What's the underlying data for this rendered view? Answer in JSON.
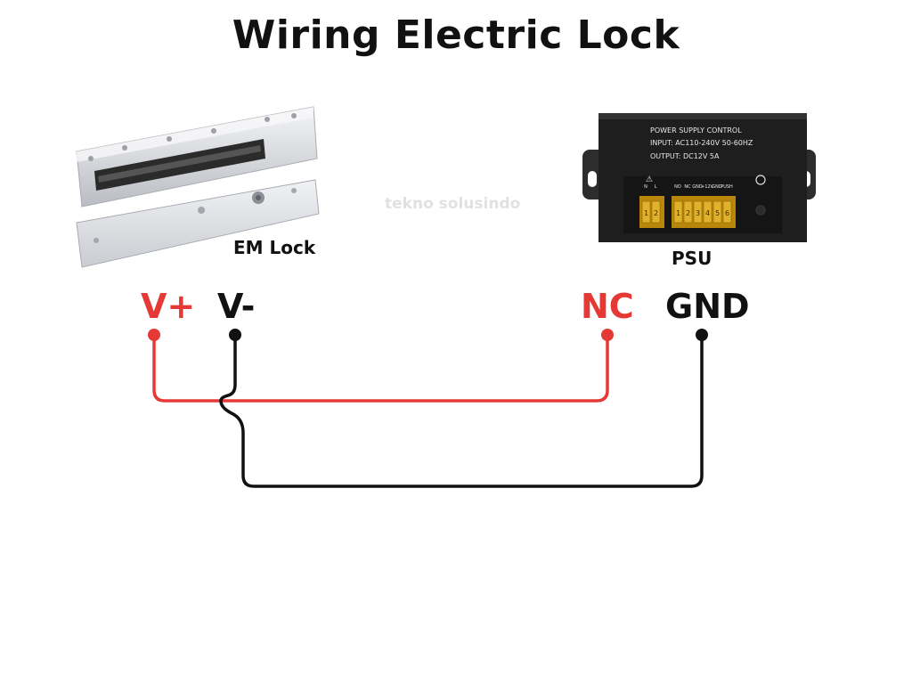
{
  "title": "Wiring Electric Lock",
  "watermark": "tekno solusindo",
  "devices": {
    "em_lock": {
      "label": "EM Lock"
    },
    "psu": {
      "label": "PSU",
      "panel_lines": [
        "POWER SUPPLY CONTROL",
        "INPUT:  AC110-240V  50-60HZ",
        "OUTPUT: DC12V 5A"
      ],
      "terminal_labels_left": [
        "N",
        "L"
      ],
      "terminal_labels_right": [
        "NO",
        "NC",
        "GND",
        "+12V",
        "GND",
        "PUSH"
      ],
      "terminal_numbers_left": [
        "1",
        "2"
      ],
      "terminal_numbers_right": [
        "1",
        "2",
        "3",
        "4",
        "5",
        "6"
      ]
    }
  },
  "terminals": {
    "v_plus": {
      "label": "V+",
      "color": "#e53935"
    },
    "v_minus": {
      "label": "V-",
      "color": "#111111"
    },
    "nc": {
      "label": "NC",
      "color": "#e53935"
    },
    "gnd": {
      "label": "GND",
      "color": "#111111"
    }
  },
  "wire_colors": {
    "positive": "#e53935",
    "negative": "#111111"
  }
}
